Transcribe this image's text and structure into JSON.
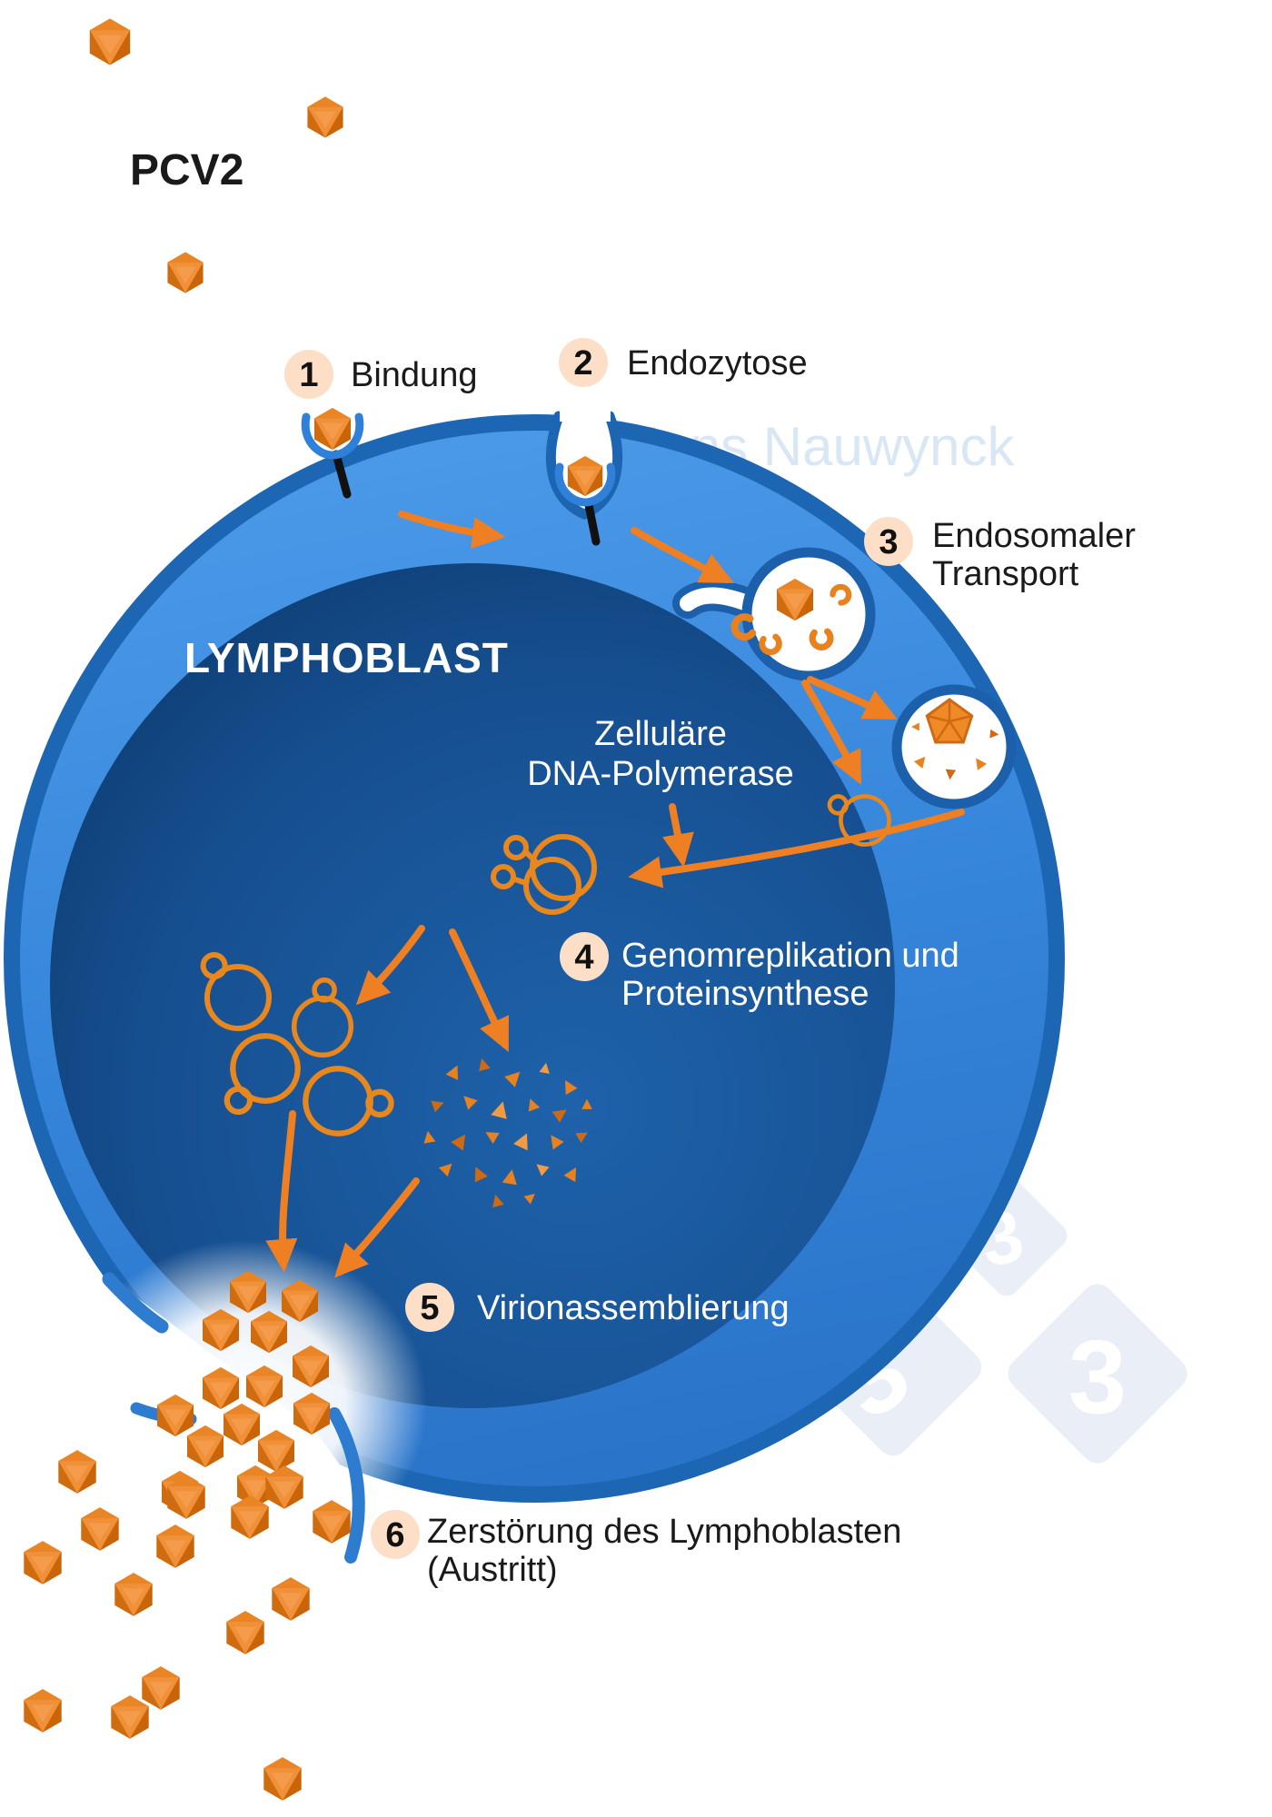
{
  "title": "PCV2",
  "cell": {
    "label": "LYMPHOBLAST"
  },
  "watermark": {
    "author": "Hans Nauwynck",
    "brand_digit": "3"
  },
  "annotation": {
    "polymerase_line1": "Zelluläre",
    "polymerase_line2": "DNA-Polymerase"
  },
  "steps": [
    {
      "number": "1",
      "label": "Bindung"
    },
    {
      "number": "2",
      "label": "Endozytose"
    },
    {
      "number": "3",
      "label_line1": "Endosomaler",
      "label_line2": "Transport"
    },
    {
      "number": "4",
      "label_line1": "Genomreplikation und",
      "label_line2": "Proteinsynthese"
    },
    {
      "number": "5",
      "label": "Virionassemblierung"
    },
    {
      "number": "6",
      "label_line1": "Zerstörung des Lymphoblasten",
      "label_line2": "(Austritt)"
    }
  ],
  "colors": {
    "virus_orange": "#e8821f",
    "arrow_orange": "#ee7f22",
    "membrane_blue": "#1c66b3",
    "cytoplasm_blue": "#3181d6",
    "nucleus_blue": "#10457c",
    "badge_peach": "#fcdfc6",
    "watermark_blue": "#d9e7f5",
    "brand_diamond": "#e9eef7"
  }
}
